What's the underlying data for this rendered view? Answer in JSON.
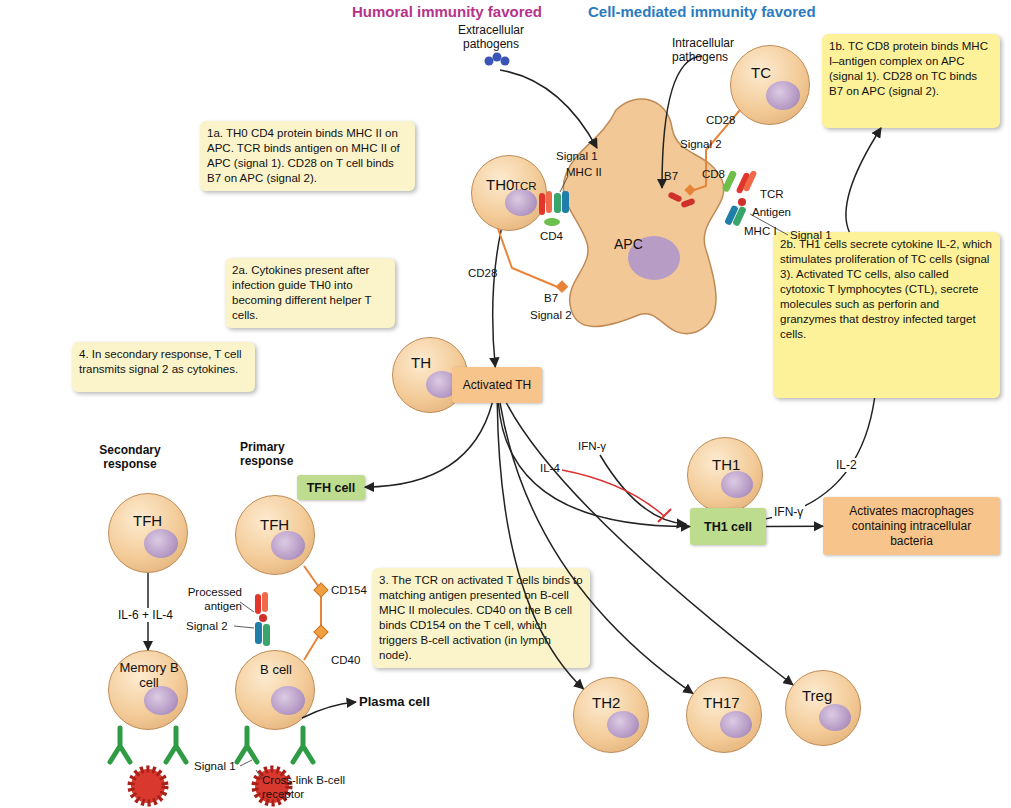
{
  "diagram": {
    "nodes": [
      {
        "text": [
          "TC"
        ]
      },
      {
        "text": [
          "1b. TC CD8 protein binds MHC I–antigen complex on APC (signal 1). CD28 on TC binds B7 on APC (signal 2)."
        ]
      },
      {
        "text": [
          "1a. TH0 CD4 protein binds MHC II on APC. TCR binds antigen on MHC II of APC (signal 1). CD28 on T cell binds B7 on APC (signal 2)."
        ]
      },
      {
        "text": [
          "TH0"
        ]
      },
      {
        "text": [
          "APC"
        ]
      },
      {
        "text": [
          "2a. Cytokines present after infection guide TH0 into becoming different helper T cells."
        ]
      },
      {
        "text": [
          "2b. TH1 cells secrete cytokine IL-2, which stimulates proliferation of TC cells (signal 3). Activated TC cells, also called cytotoxic T lymphocytes (CTL), secrete molecules such as perforin and granzymes that destroy infected target cells."
        ]
      },
      {
        "text": [
          "TH"
        ]
      },
      {
        "text": [
          "Activated TH"
        ]
      },
      {
        "text": [
          "4. In secondary response, T cell transmits signal 2 as cytokines."
        ]
      },
      {
        "text": [
          "TH1"
        ]
      },
      {
        "text": [
          "TH1 cell"
        ]
      },
      {
        "text": [
          "Activates macrophages containing intracellular bacteria"
        ]
      },
      {
        "text": [
          "TFH cell"
        ]
      },
      {
        "text": [
          "TFH"
        ]
      },
      {
        "text": [
          "TFH"
        ]
      },
      {
        "text": [
          "3. The TCR on activated T cells binds to matching antigen presented on B-cell MHC II molecules. CD40 on the B cell binds CD154 on the T cell, which triggers B-cell activation (in lymph node)."
        ]
      },
      {
        "text": [
          "Memory B cell"
        ]
      },
      {
        "text": [
          "B cell"
        ]
      },
      {
        "text": [
          "TH2"
        ]
      },
      {
        "text": [
          "TH17"
        ]
      },
      {
        "text": [
          "Treg"
        ]
      }
    ],
    "edges": [
      {
        "from": 3,
        "to": 8,
        "arrow": "to"
      },
      {
        "from": 8,
        "to": 13,
        "arrow": "to"
      },
      {
        "from": 8,
        "to": 11,
        "arrow": "to"
      },
      {
        "from": 8,
        "to": 19,
        "arrow": "to"
      },
      {
        "from": 8,
        "to": 20,
        "arrow": "to"
      },
      {
        "from": 8,
        "to": 21,
        "arrow": "to"
      },
      {
        "from": 11,
        "to": 12,
        "label": "IFN-γ",
        "arrow": "to"
      },
      {
        "from": 11,
        "to": 6,
        "label": "IL-2",
        "arrow": "none"
      },
      {
        "from": 6,
        "to": 1,
        "arrow": "to"
      },
      {
        "from": 14,
        "to": 17,
        "label": "IL-6 + IL-4",
        "arrow": "to"
      }
    ],
    "labels": [
      "Humoral immunity favored",
      "Cell-mediated immunity favored",
      "Extracellular pathogens",
      "Intracellular pathogens",
      "CD28",
      "Signal 2",
      "B7",
      "CD8",
      "TCR",
      "Antigen",
      "MHC I",
      "Signal 1",
      "Signal 1",
      "MHC II",
      "TCR",
      "CD4",
      "CD28",
      "B7",
      "Signal 2",
      "IFN-γ",
      "IL-4",
      "Secondary response",
      "Primary response",
      "Processed antigen",
      "Signal 2",
      "CD154",
      "CD40",
      "Signal 1",
      "Cross-link B-cell receptor",
      "Plasma cell"
    ]
  }
}
